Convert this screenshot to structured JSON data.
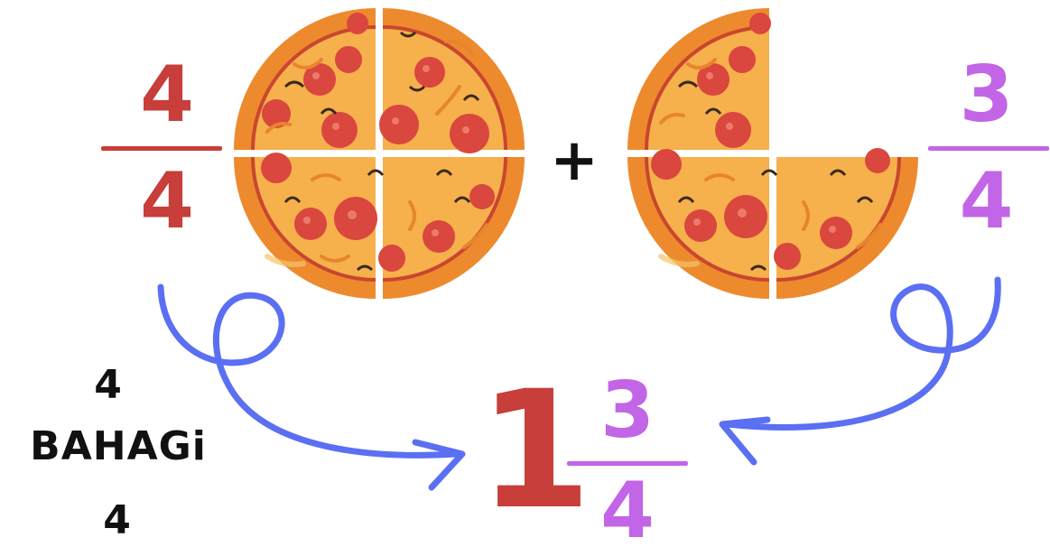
{
  "colors": {
    "red": "#c73e3a",
    "purple": "#c265e6",
    "blue": "#5b6ff2",
    "plus": "#111111",
    "crust": "#ee8a2e",
    "crust_light": "#f29a3f",
    "cheese": "#f6b04c",
    "sauce_ring": "#c9462f",
    "pepperoni": "#d9473e",
    "pepperoni_spot": "#ec7a6c",
    "drizzle": "#e7852f"
  },
  "left_fraction": {
    "numerator": "4",
    "denominator": "4"
  },
  "right_fraction": {
    "numerator": "3",
    "denominator": "4"
  },
  "operator": "+",
  "result": {
    "whole": "1",
    "numerator": "3",
    "denominator": "4"
  },
  "caption": {
    "line1": "4",
    "line2": "BAHAGi",
    "line3": "4"
  },
  "left_pizza": {
    "slices_total": 4,
    "slices_shown": 4,
    "icon": "pizza-icon"
  },
  "right_pizza": {
    "slices_total": 4,
    "slices_shown": 3,
    "icon": "pizza-icon"
  }
}
